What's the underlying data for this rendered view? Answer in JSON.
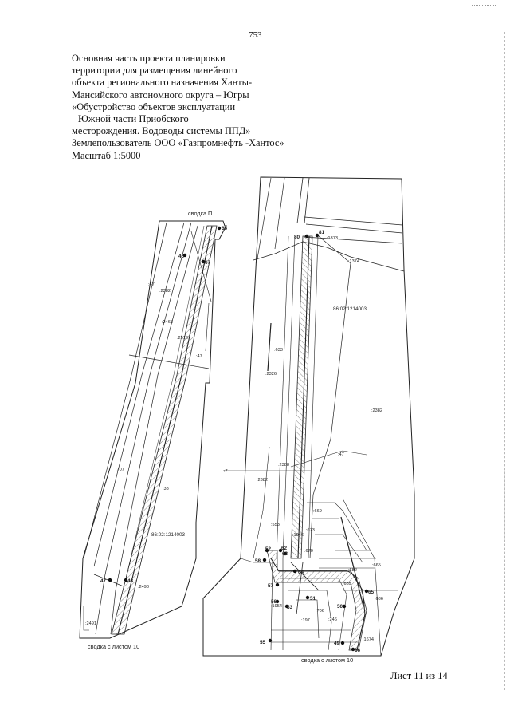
{
  "page": {
    "number": "753",
    "sheet": "Лист 11 из 14"
  },
  "header_lines": [
    "Основная часть проекта планировки",
    "территории для размещения линейного",
    "объекта регионального назначения Ханты-",
    "Мансийского автономного округа – Югры",
    "«Обустройство объектов эксплуатации",
    "Южной части Приобского",
    "месторождения. Водоводы системы ППД»",
    "Землепользователь ООО «Газпромнефть -Хантос»",
    "Масштаб 1:5000"
  ],
  "map": {
    "annotations": {
      "left_top": "сводка П",
      "left_bottom": "сводка с листом 10",
      "right_bottom": "сводка с листом 10"
    },
    "cadastral_numbers": [
      "86:02:1214003",
      "86:02:1214003"
    ],
    "parcel_labels": [
      ":47",
      ":2382",
      ":2468",
      ":2510",
      ":47",
      ":707",
      ":38",
      ":2490",
      ":2491",
      ":1373",
      ":1374",
      ":633",
      ":2382",
      ":47",
      ":2382",
      ":7",
      ":669",
      ":673",
      ":1946",
      ":670",
      ":665",
      ":682",
      ":689",
      ":686",
      ":246",
      ":706",
      ":197",
      ":1954",
      ":1674",
      ":2388",
      ":2326",
      ":553"
    ],
    "points": [
      "66",
      "46",
      "67",
      "47",
      "48",
      "80",
      "81",
      "52",
      "62",
      "63",
      "58",
      "64",
      "57",
      "56",
      "53",
      "51",
      "65",
      "50",
      "55",
      "49",
      "66"
    ]
  }
}
